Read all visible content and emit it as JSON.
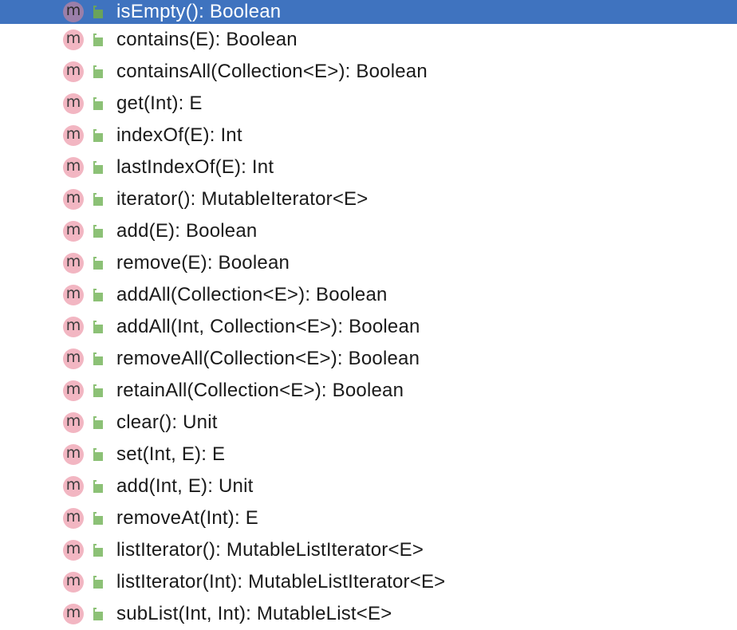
{
  "structure": {
    "items": [
      {
        "label": "isEmpty(): Boolean",
        "selected": true
      },
      {
        "label": "contains(E): Boolean"
      },
      {
        "label": "containsAll(Collection<E>): Boolean"
      },
      {
        "label": "get(Int): E"
      },
      {
        "label": "indexOf(E): Int"
      },
      {
        "label": "lastIndexOf(E): Int"
      },
      {
        "label": "iterator(): MutableIterator<E>"
      },
      {
        "label": "add(E): Boolean"
      },
      {
        "label": "remove(E): Boolean"
      },
      {
        "label": "addAll(Collection<E>): Boolean"
      },
      {
        "label": "addAll(Int, Collection<E>): Boolean"
      },
      {
        "label": "removeAll(Collection<E>): Boolean"
      },
      {
        "label": "retainAll(Collection<E>): Boolean"
      },
      {
        "label": "clear(): Unit"
      },
      {
        "label": "set(Int, E): E"
      },
      {
        "label": "add(Int, E): Unit"
      },
      {
        "label": "removeAt(Int): E"
      },
      {
        "label": "listIterator(): MutableListIterator<E>"
      },
      {
        "label": "listIterator(Int): MutableListIterator<E>"
      },
      {
        "label": "subList(Int, Int): MutableList<E>"
      }
    ],
    "icons": {
      "method": "m",
      "visibility": "public-unlocked-lock-icon"
    },
    "colors": {
      "selection": "#3f73bf",
      "method_badge": "#f2b6c2",
      "lock": "#8cc176"
    }
  }
}
